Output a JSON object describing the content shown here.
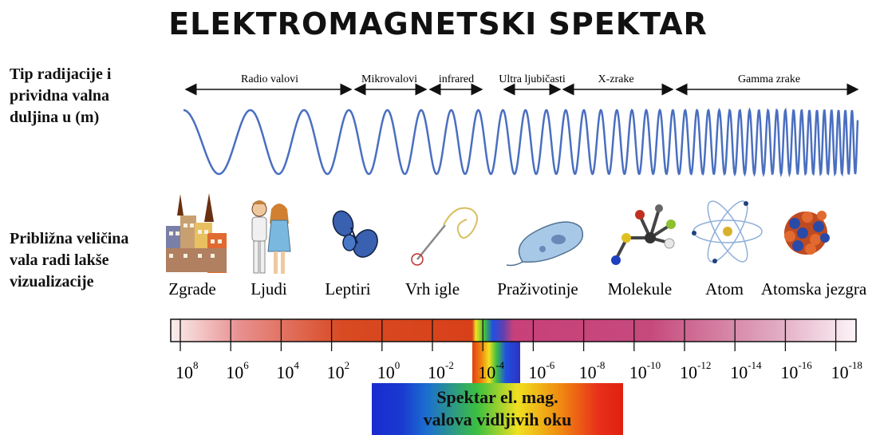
{
  "title": "ELEKTROMAGNETSKI SPEKTAR",
  "left_labels": {
    "radiation_type": "Tip radijacije i\nprividna valna\nduljina u (m)",
    "size_comparison": "Približna veličina\nvala radi lakše\nvizualizacije"
  },
  "bands": [
    {
      "label": "Radio valovi"
    },
    {
      "label": "Mikrovalovi"
    },
    {
      "label": "infrared"
    },
    {
      "label": "Ultra ljubičasti"
    },
    {
      "label": "X-zrake"
    },
    {
      "label": "Gamma zrake"
    }
  ],
  "objects": [
    {
      "label": "Zgrade",
      "icon": "buildings-icon"
    },
    {
      "label": "Ljudi",
      "icon": "people-icon"
    },
    {
      "label": "Leptiri",
      "icon": "butterfly-icon"
    },
    {
      "label": "Vrh igle",
      "icon": "needle-icon"
    },
    {
      "label": "Praživotinje",
      "icon": "protozoa-icon"
    },
    {
      "label": "Molekule",
      "icon": "molecule-icon"
    },
    {
      "label": "Atom",
      "icon": "atom-icon"
    },
    {
      "label": "Atomska jezgra",
      "icon": "nucleus-icon"
    }
  ],
  "scale_ticks": [
    {
      "base": "10",
      "exp": "8"
    },
    {
      "base": "10",
      "exp": "6"
    },
    {
      "base": "10",
      "exp": "4"
    },
    {
      "base": "10",
      "exp": "2"
    },
    {
      "base": "10",
      "exp": "0"
    },
    {
      "base": "10",
      "exp": "-2"
    },
    {
      "base": "10",
      "exp": "-4"
    },
    {
      "base": "10",
      "exp": "-6"
    },
    {
      "base": "10",
      "exp": "-8"
    },
    {
      "base": "10",
      "exp": "-10"
    },
    {
      "base": "10",
      "exp": "-12"
    },
    {
      "base": "10",
      "exp": "-14"
    },
    {
      "base": "10",
      "exp": "-16"
    },
    {
      "base": "10",
      "exp": "-18"
    }
  ],
  "visible_spectrum_label": "Spektar el. mag.\nvalova vidljivih oku",
  "colors": {
    "wave": "#4a6fc0",
    "scale_red": "#d8401a",
    "scale_pink": "#c0406a"
  }
}
